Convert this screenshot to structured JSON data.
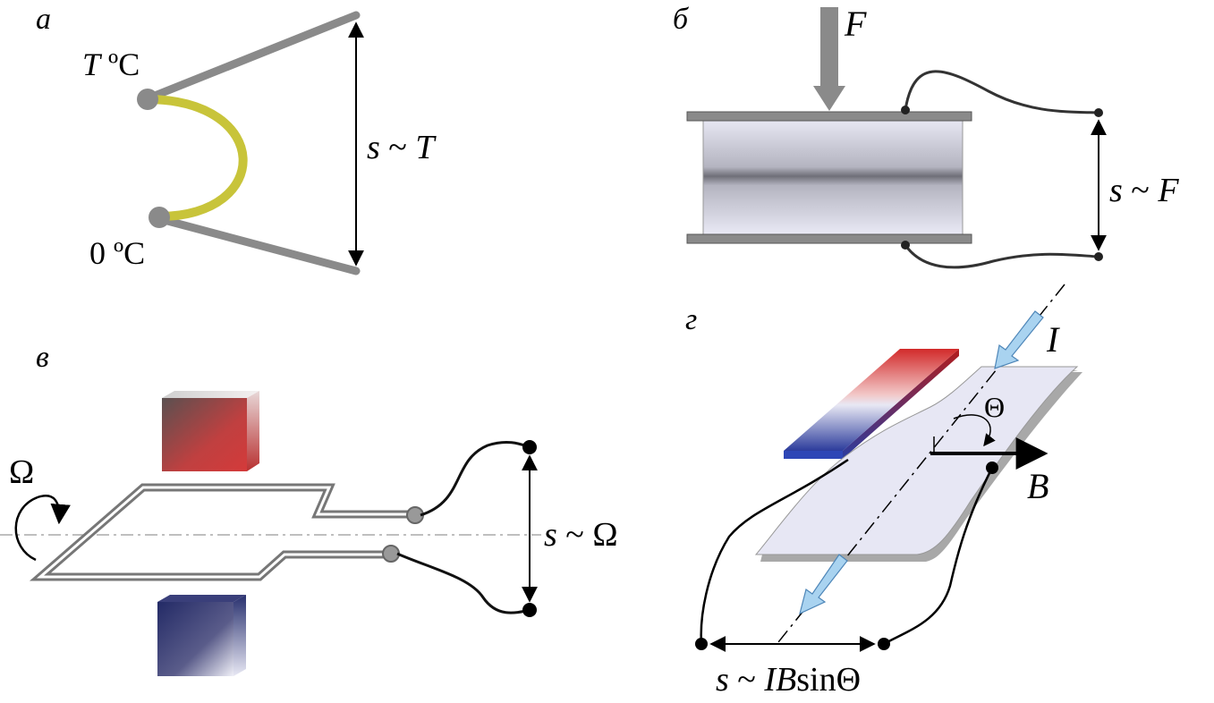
{
  "panels": {
    "a": {
      "letter": "а",
      "hot_T": "T",
      "hot_unit": " ºC",
      "cold": "0 ºC",
      "s": "s",
      "tilde": " ~ ",
      "var": "T"
    },
    "b": {
      "letter": "б",
      "force": "F",
      "s": "s",
      "tilde": " ~ ",
      "var": "F"
    },
    "c": {
      "letter": "в",
      "omega": "Ω",
      "s": "s",
      "tilde": " ~ ",
      "var": "Ω"
    },
    "d": {
      "letter": "г",
      "current": "I",
      "theta": "Θ",
      "field": "B",
      "s": "s",
      "tilde": " ~ ",
      "var": "IB",
      "sin": "sin",
      "theta2": "Θ"
    }
  },
  "colors": {
    "gray": "#8a8a8a",
    "thermo_yellow": "#c8c43a",
    "magnet_red": "#cc2a2a",
    "magnet_blue": "#2a2f8c",
    "current_blue": "#a9d3f0",
    "plate": "#e7e7f4"
  }
}
